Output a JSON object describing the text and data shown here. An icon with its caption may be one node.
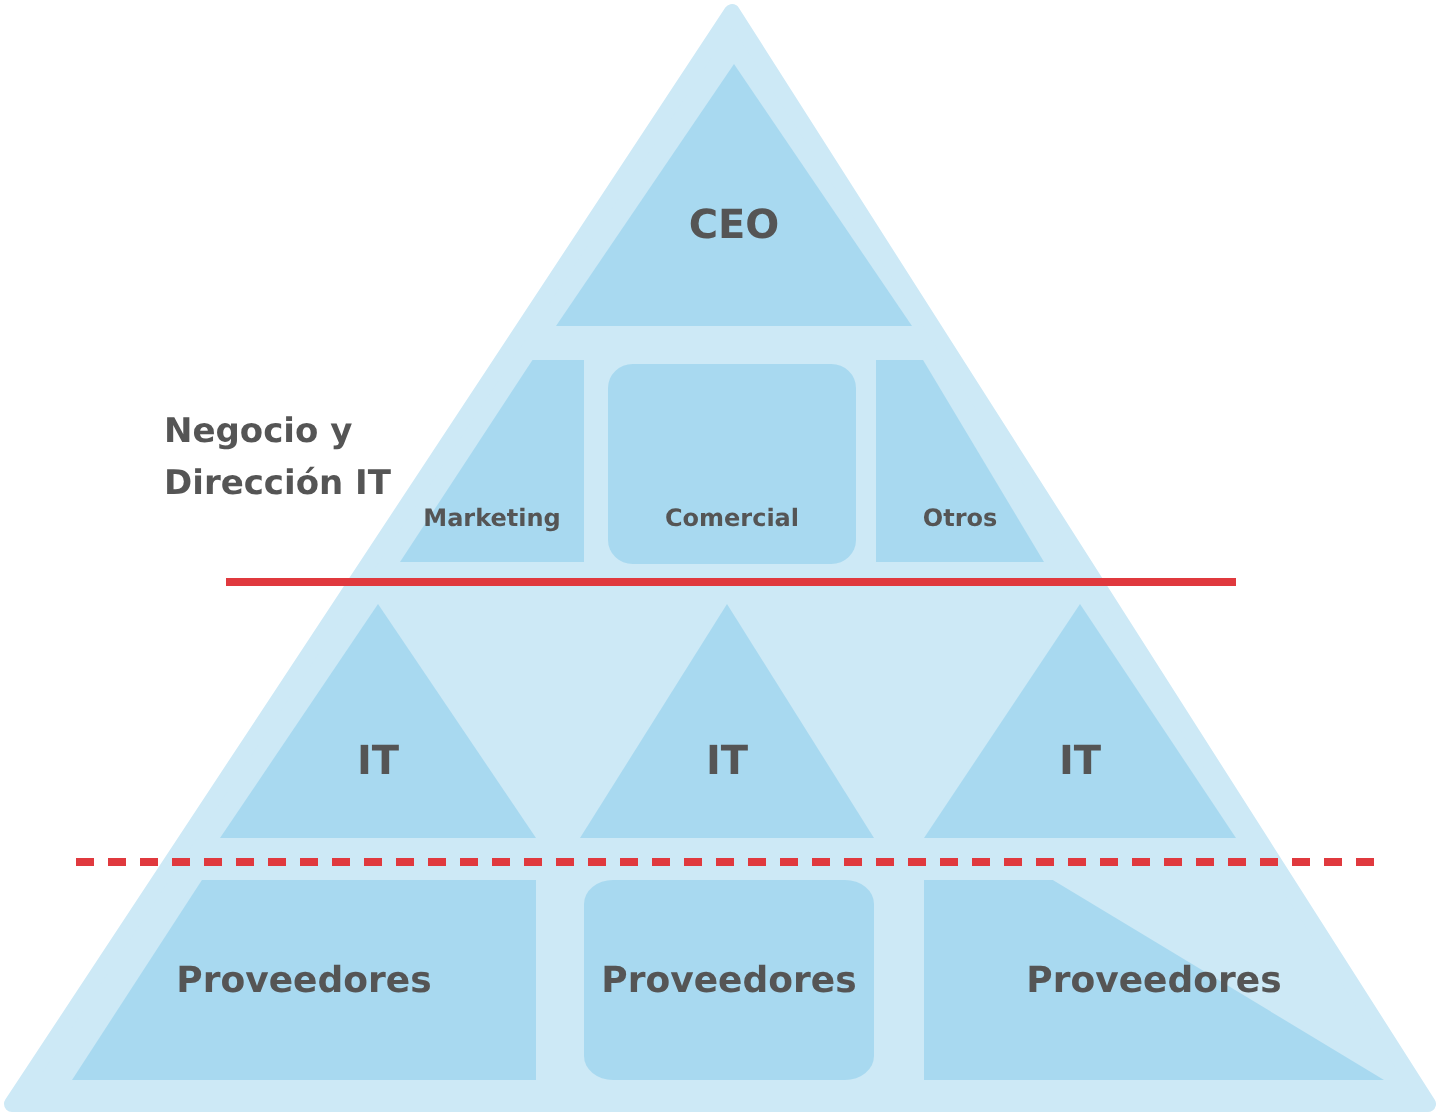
{
  "diagram": {
    "nodes": [
      {
        "text": [
          "CEO"
        ]
      },
      {
        "text": [
          "Marketing"
        ]
      },
      {
        "text": [
          "Comercial"
        ]
      },
      {
        "text": [
          "Otros"
        ]
      },
      {
        "text": [
          "IT"
        ]
      },
      {
        "text": [
          "IT"
        ]
      },
      {
        "text": [
          "IT"
        ]
      },
      {
        "text": [
          "Proveedores"
        ]
      },
      {
        "text": [
          "Proveedores"
        ]
      },
      {
        "text": [
          "Proveedores"
        ]
      }
    ],
    "edges": [],
    "labels": [
      "Negocio y Dirección IT"
    ]
  }
}
